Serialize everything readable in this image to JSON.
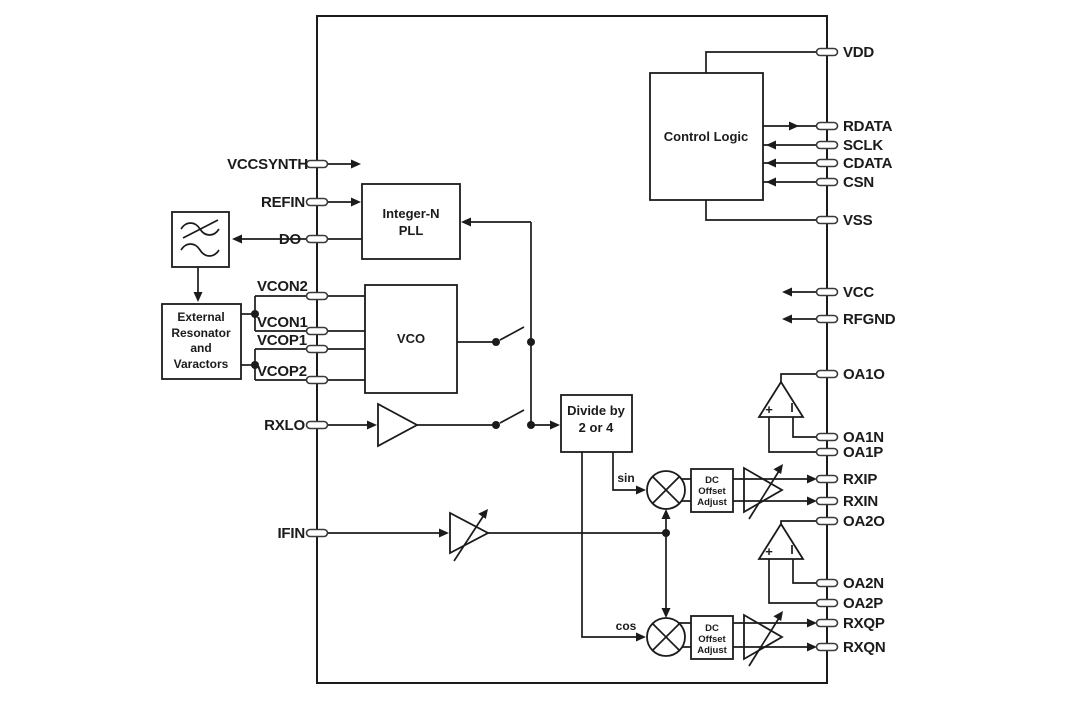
{
  "diagram_type": "ic-block-diagram",
  "colors": {
    "line": "#1b1b1b",
    "background": "#ffffff"
  },
  "chip": {
    "pins_left": [
      "VCCSYNTH",
      "REFIN",
      "DO",
      "VCON2",
      "VCON1",
      "VCOP1",
      "VCOP2",
      "RXLO",
      "IFIN"
    ],
    "pins_right": [
      "VDD",
      "RDATA",
      "SCLK",
      "CDATA",
      "CSN",
      "VSS",
      "VCC",
      "RFGND",
      "OA1O",
      "OA1N",
      "OA1P",
      "RXIP",
      "RXIN",
      "OA2O",
      "OA2N",
      "OA2P",
      "RXQP",
      "RXQN"
    ]
  },
  "blocks": {
    "control_logic": "Control Logic",
    "pll": [
      "Integer-N",
      "PLL"
    ],
    "vco": "VCO",
    "divider": [
      "Divide by",
      "2 or 4"
    ],
    "dc_offset": [
      "DC",
      "Offset",
      "Adjust"
    ],
    "resonator": [
      "External",
      "Resonator",
      "and",
      "Varactors"
    ]
  },
  "labels": {
    "sin": "sin",
    "cos": "cos",
    "opamp_plus": "+"
  }
}
